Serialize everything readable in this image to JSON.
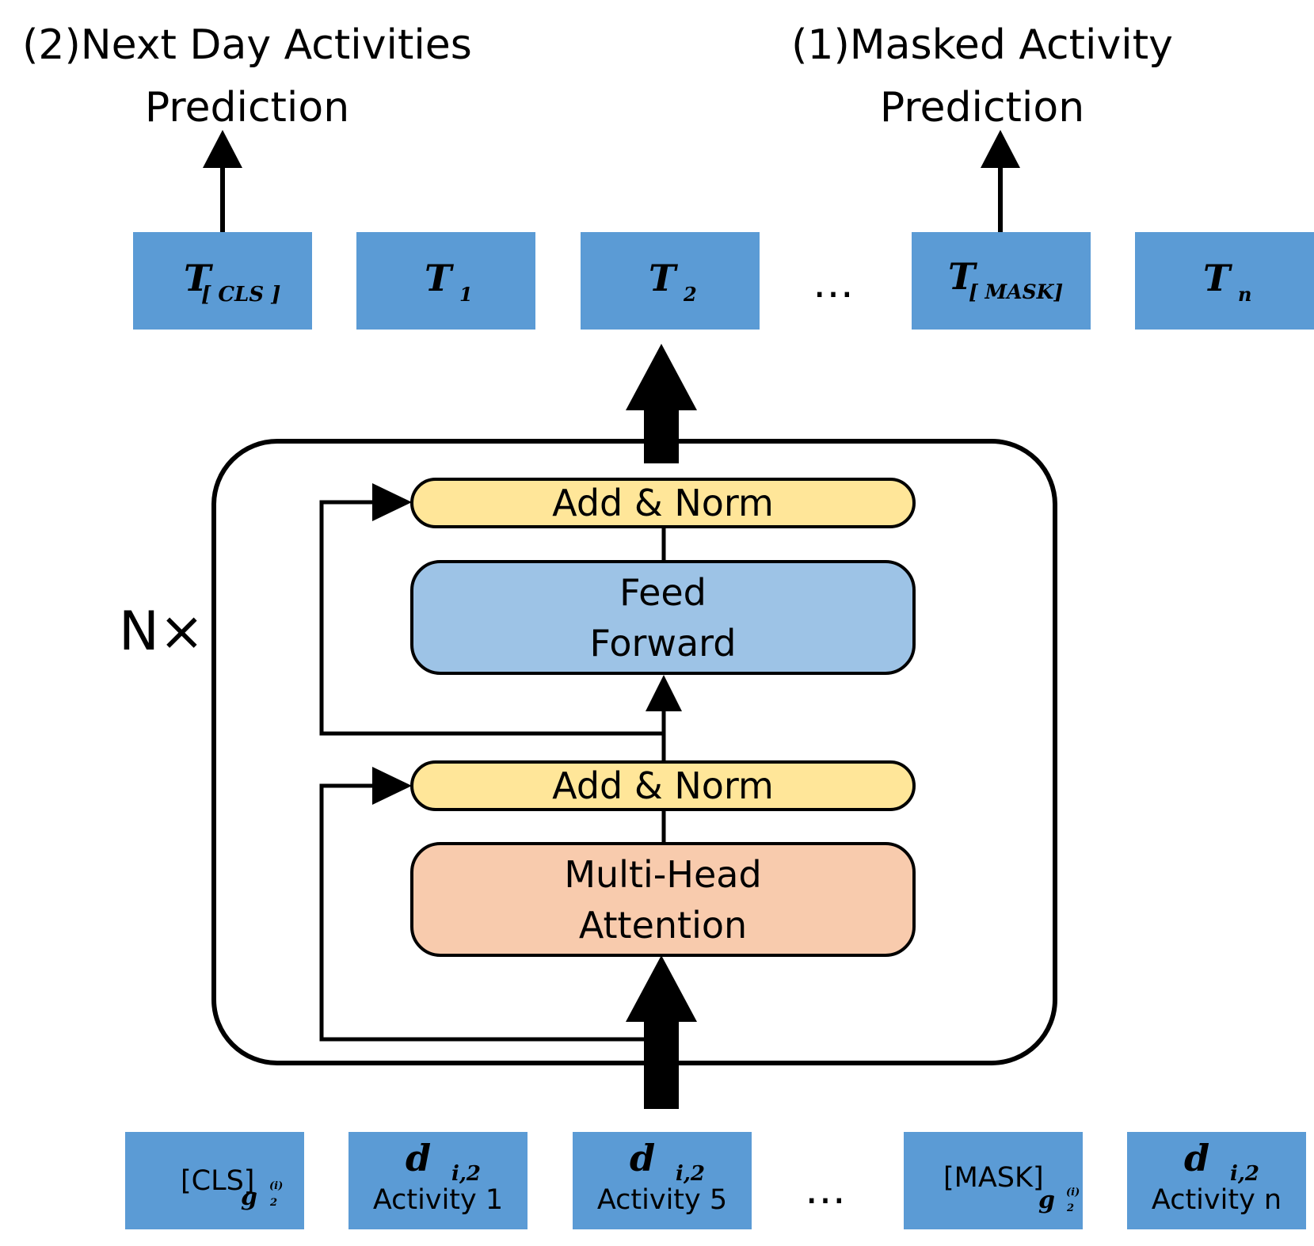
{
  "titles": {
    "left_line1": "(2)Next Day Activities",
    "left_line2": "Prediction",
    "right_line1": "(1)Masked Activity",
    "right_line2": "Prediction"
  },
  "outputs": {
    "t_cls": {
      "symbol": "T",
      "sub": "[ CLS ]"
    },
    "t_1": {
      "symbol": "T",
      "sub": "1"
    },
    "t_2": {
      "symbol": "T",
      "sub": "2"
    },
    "ellipsis": "…",
    "t_mask": {
      "symbol": "T",
      "sub": "[ MASK]"
    },
    "t_n": {
      "symbol": "T",
      "sub": "n"
    }
  },
  "encoder": {
    "repeat_label": "N×",
    "add_norm_top": "Add & Norm",
    "feed_forward_line1": "Feed",
    "feed_forward_line2": "Forward",
    "add_norm_bottom": "Add & Norm",
    "attention_line1": "Multi-Head",
    "attention_line2": "Attention"
  },
  "inputs": {
    "cls": {
      "text": "[CLS]",
      "g": "g",
      "g_sub": "2",
      "g_sup": "(i)"
    },
    "act1": {
      "d": "d",
      "sub": "i,2",
      "label": "Activity 1"
    },
    "act5": {
      "d": "d",
      "sub": "i,2",
      "label": "Activity 5"
    },
    "ellipsis": "…",
    "mask": {
      "text": "[MASK]",
      "g": "g",
      "g_sub": "2",
      "g_sup": "(i)"
    },
    "actn": {
      "d": "d",
      "sub": "i,2",
      "label": "Activity n"
    }
  },
  "colors": {
    "token_blue": "#5b9bd5",
    "add_norm_yellow": "#ffe699",
    "feed_forward_blue": "#9dc3e6",
    "attention_orange": "#f8cbad",
    "line": "#000000"
  }
}
